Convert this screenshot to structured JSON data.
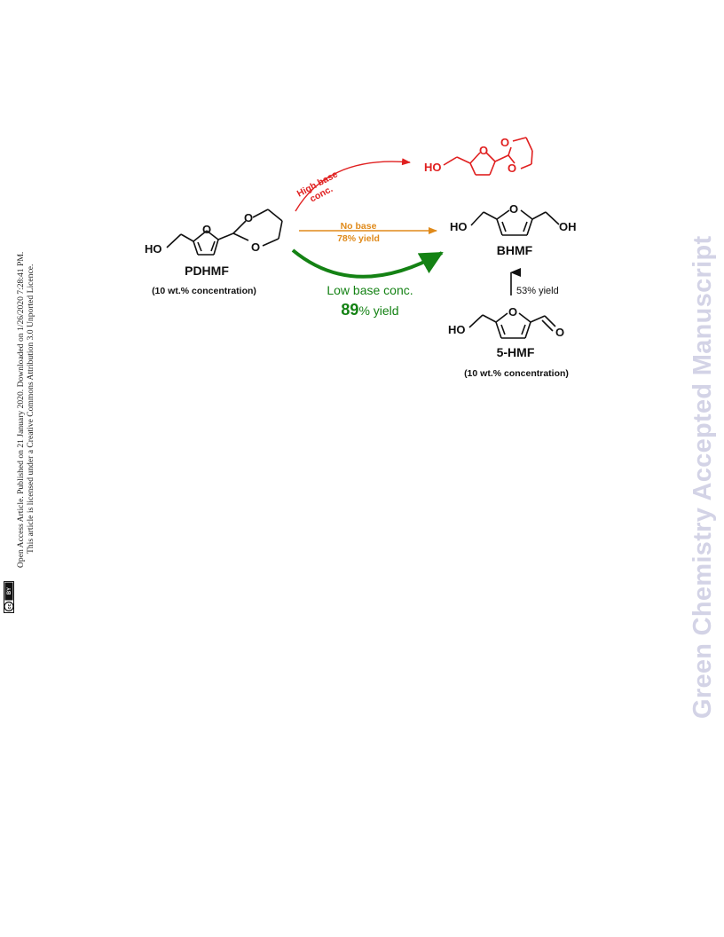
{
  "left_note": {
    "line1": "Open Access Article. Published on 21 January 2020. Downloaded on 1/26/2020 7:28:41 PM.",
    "line2": "This article is licensed under a Creative Commons Attribution 3.0 Unported Licence."
  },
  "license_badge": {
    "cc": "cc",
    "by": "BY"
  },
  "watermark": "Green Chemistry Accepted Manuscript",
  "scheme": {
    "pdhmf": {
      "name": "PDHMF",
      "concentration": "(10 wt.% concentration)",
      "ho": "HO",
      "o_ring": "O",
      "o_diox1": "O",
      "o_diox2": "O"
    },
    "high_base": {
      "label_line1": "High base",
      "label_line2": "conc.",
      "ho": "HO",
      "o_ring": "O",
      "o_diox1": "O",
      "o_diox2": "O",
      "color": "#e02020"
    },
    "no_base": {
      "label": "No base",
      "yield": "78% yield",
      "color": "#e08a1a"
    },
    "low_base": {
      "label": "Low base conc.",
      "yield_value": "89",
      "yield_suffix": "% yield",
      "color": "#148214"
    },
    "bhmf": {
      "name": "BHMF",
      "ho": "HO",
      "oh": "OH",
      "o_ring": "O"
    },
    "hmf_arrow": {
      "yield": "53% yield"
    },
    "hmf": {
      "name": "5-HMF",
      "concentration": "(10 wt.% concentration)",
      "ho": "HO",
      "o_ring": "O",
      "o_ald": "O"
    }
  }
}
